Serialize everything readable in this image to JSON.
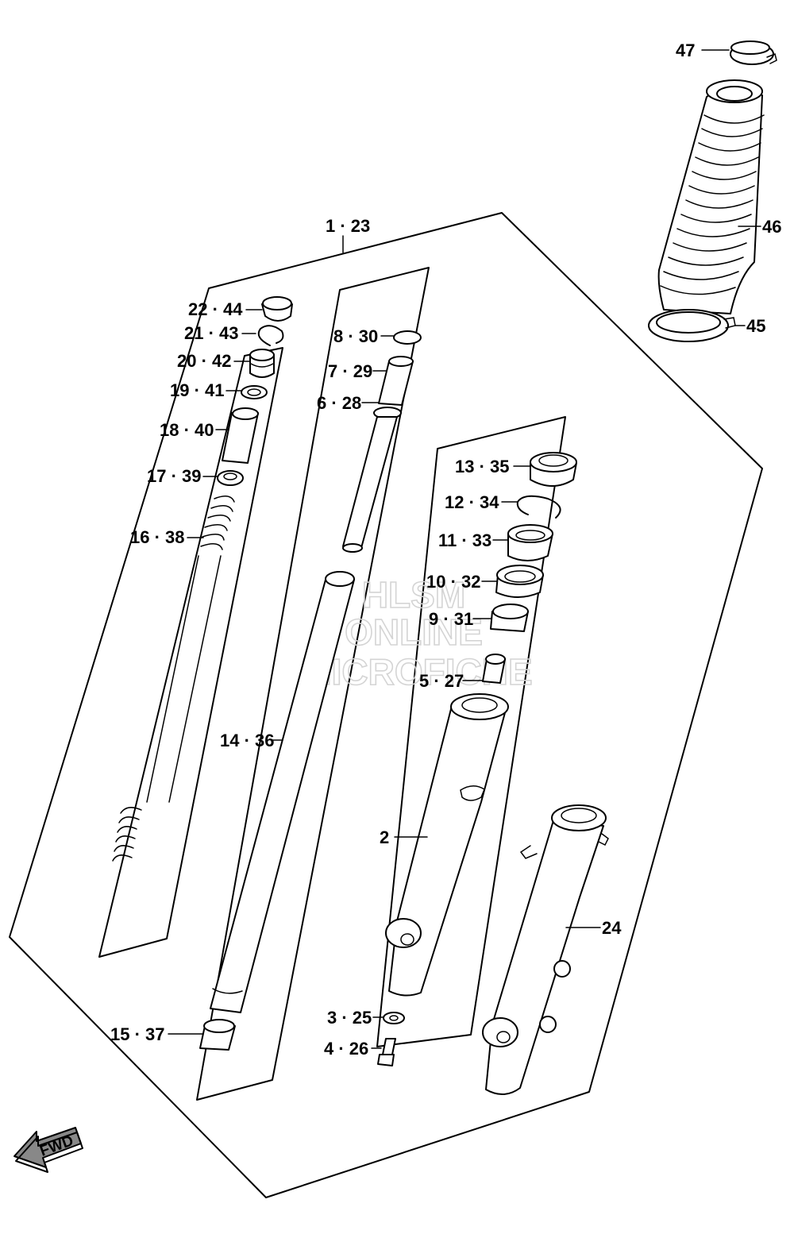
{
  "labels": {
    "l1_23": "1 · 23",
    "l22_44": "22 · 44",
    "l21_43": "21 · 43",
    "l20_42": "20 · 42",
    "l19_41": "19 · 41",
    "l18_40": "18 · 40",
    "l17_39": "17 · 39",
    "l16_38": "16 · 38",
    "l14_36": "14 · 36",
    "l15_37": "15 · 37",
    "l8_30": "8 · 30",
    "l7_29": "7 · 29",
    "l6_28": "6 · 28",
    "l13_35": "13 · 35",
    "l12_34": "12 · 34",
    "l11_33": "11 · 33",
    "l10_32": "10 · 32",
    "l9_31": "9 · 31",
    "l5_27": "5 · 27",
    "l2": "2",
    "l3_25": "3 · 25",
    "l4_26": "4 · 26",
    "l24": "24",
    "l45": "45",
    "l46": "46",
    "l47": "47"
  },
  "watermark": {
    "line1": "HLSM",
    "line2": "ONLINE",
    "line3": "MICROFICHE"
  },
  "fwd": "FWD"
}
